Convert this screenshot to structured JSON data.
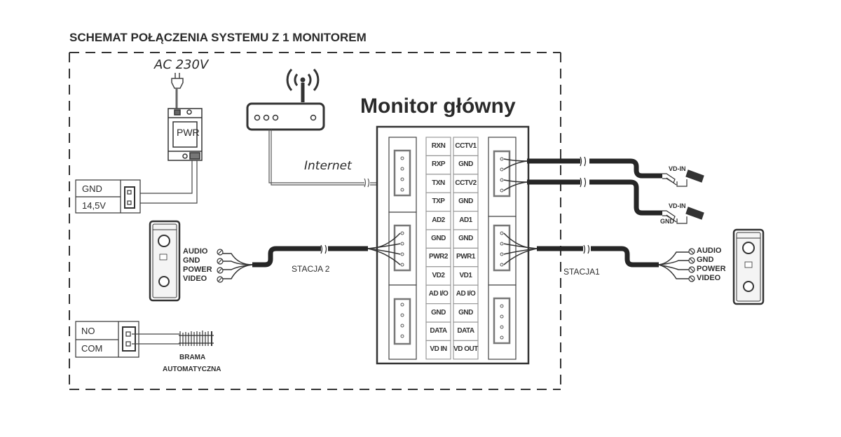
{
  "title": "SCHEMAT POŁĄCZENIA SYSTEMU Z 1 MONITOREM",
  "monitor": {
    "title": "Monitor główny",
    "pins_left_column": [
      "RXN",
      "RXP",
      "TXN",
      "TXP",
      "AD2",
      "GND",
      "PWR2",
      "VD2",
      "AD I/O",
      "GND",
      "DATA",
      "VD IN"
    ],
    "pins_right_column": [
      "CCTV1",
      "GND",
      "CCTV2",
      "GND",
      "AD1",
      "GND",
      "PWR1",
      "VD1",
      "AD I/O",
      "GND",
      "DATA",
      "VD OUT"
    ]
  },
  "power_supply": {
    "input_label": "AC 230V",
    "device_label": "PWR",
    "terminal_labels": [
      "GND",
      "14,5V"
    ]
  },
  "router": {
    "link_label": "Internet"
  },
  "station2": {
    "wires": [
      "AUDIO",
      "GND",
      "POWER",
      "VIDEO"
    ],
    "cable_label": "STACJA 2"
  },
  "station1": {
    "wires": [
      "AUDIO",
      "GND",
      "POWER",
      "VIDEO"
    ],
    "cable_label": "STACJA1"
  },
  "gate": {
    "terminal_labels": [
      "NO",
      "COM"
    ],
    "label_line1": "BRAMA",
    "label_line2": "AUTOMATYCZNA"
  },
  "cameras": {
    "camera1_label": "VD-IN",
    "camera2_label": "VD-IN",
    "camera2_gnd_label": "GND"
  },
  "colors": {
    "line": "#2b2b2b",
    "cable": "#262626",
    "box_border": "#9a9a9a",
    "text": "#2b2b2b"
  }
}
